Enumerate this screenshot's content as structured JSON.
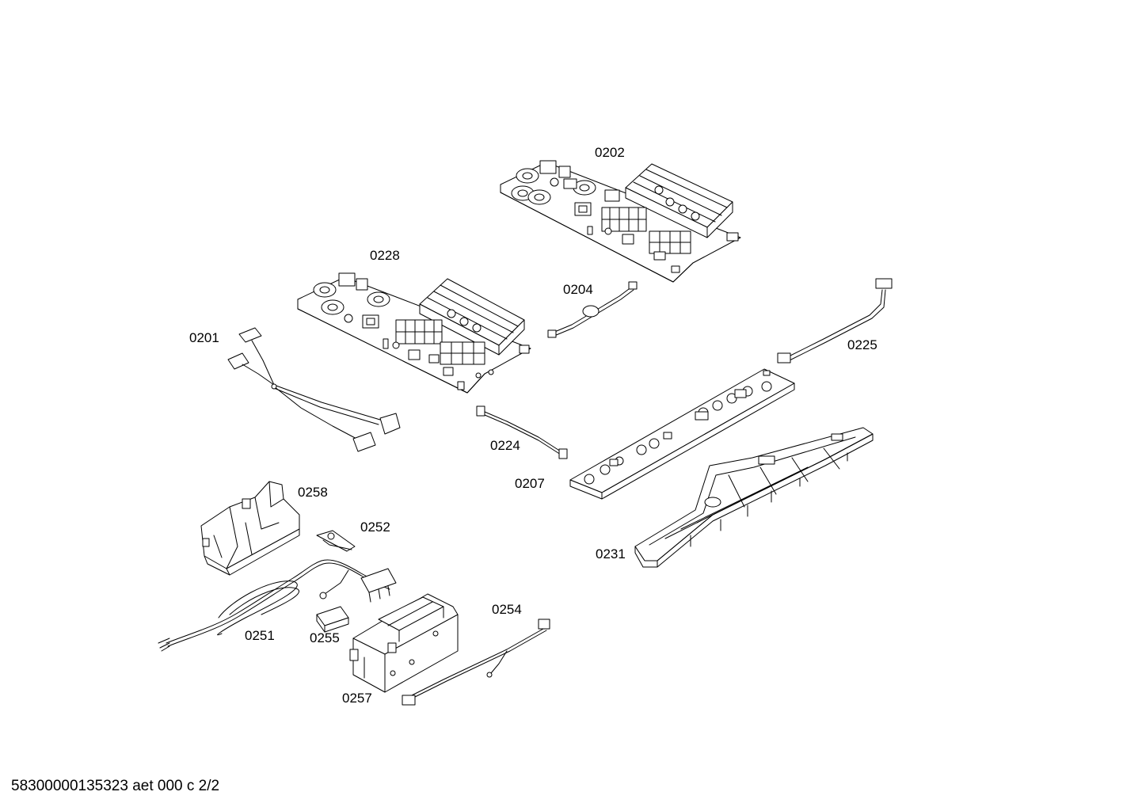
{
  "labels": {
    "p0202": "0202",
    "p0228": "0228",
    "p0204": "0204",
    "p0201": "0201",
    "p0225": "0225",
    "p0224": "0224",
    "p0207": "0207",
    "p0258": "0258",
    "p0252": "0252",
    "p0231": "0231",
    "p0254": "0254",
    "p0251": "0251",
    "p0255": "0255",
    "p0257": "0257"
  },
  "footer": {
    "text": "58300000135323 aet 000 c 2/2"
  }
}
